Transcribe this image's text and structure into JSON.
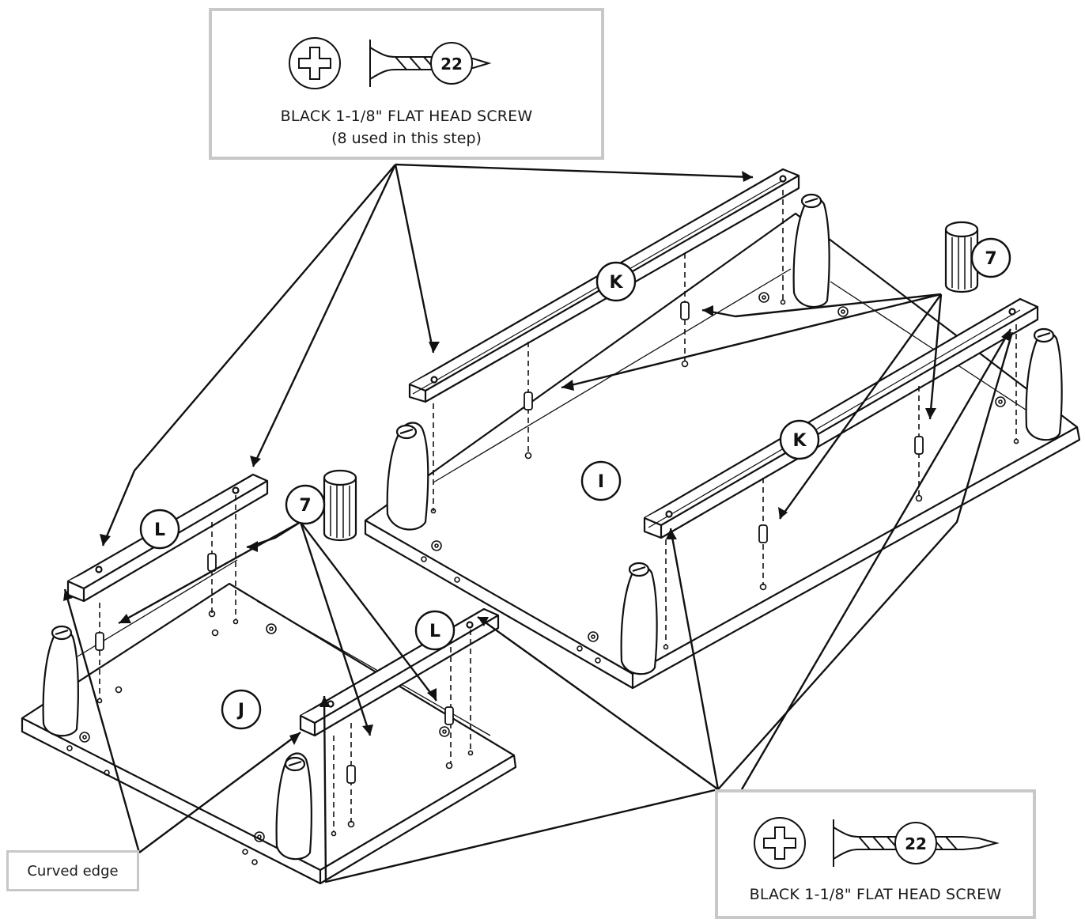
{
  "hardware_top": {
    "badge": "22",
    "title": "BLACK 1-1/8\" FLAT HEAD SCREW",
    "subtitle": "(8 used in this step)"
  },
  "hardware_bottom": {
    "badge": "22",
    "title": "BLACK 1-1/8\" FLAT HEAD SCREW"
  },
  "dowel_callouts": [
    "7",
    "7"
  ],
  "parts": {
    "i": "I",
    "j": "J",
    "k1": "K",
    "k2": "K",
    "l1": "L",
    "l2": "L"
  },
  "note": "Curved edge"
}
